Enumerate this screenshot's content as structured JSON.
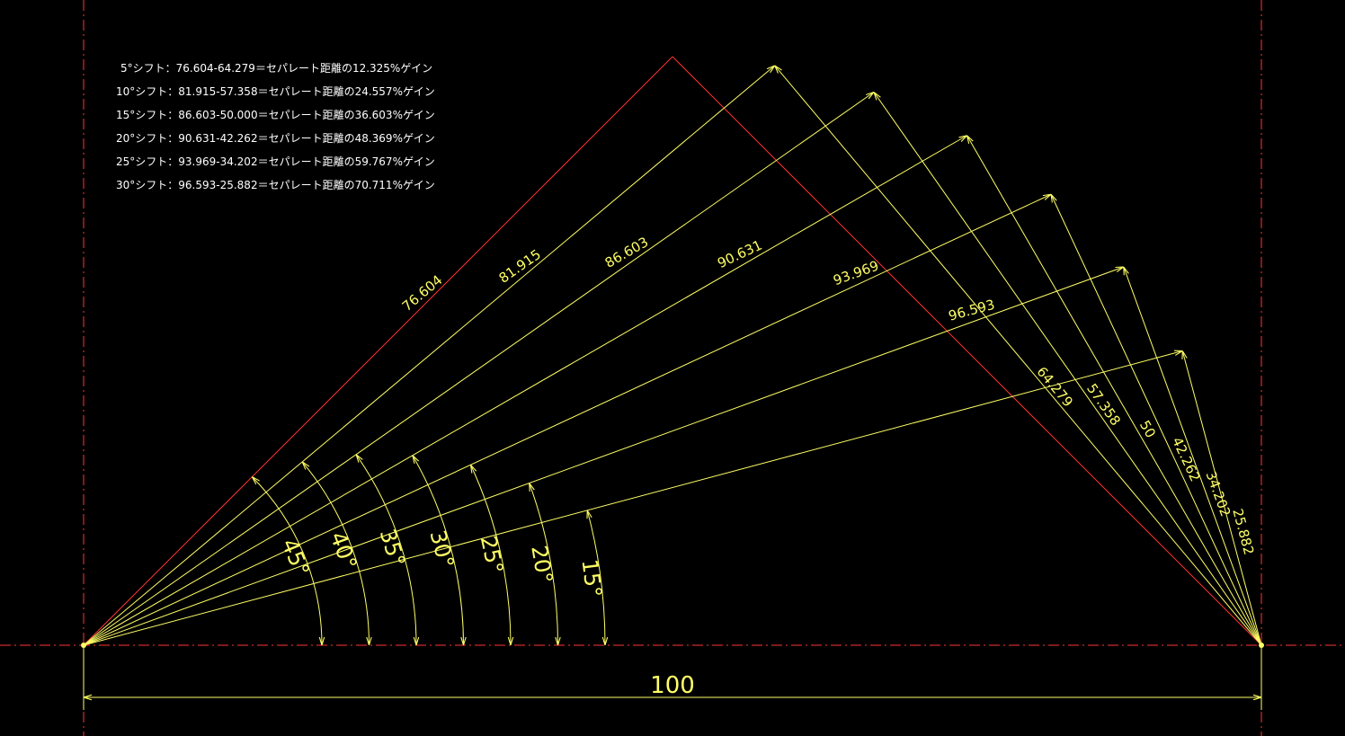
{
  "colors": {
    "background": "#000000",
    "line": "#ffff66",
    "axis": "#ff3333",
    "triangle": "#ff3333",
    "text": "#ffffff"
  },
  "notes": [
    "5°シフト：76.604-64.279＝セパレート距離の12.325%ゲイン",
    "10°シフト：81.915-57.358＝セパレート距離の24.557%ゲイン",
    "15°シフト：86.603-50.000＝セパレート距離の36.603%ゲイン",
    "20°シフト：90.631-42.262＝セパレート距離の48.369%ゲイン",
    "25°シフト：93.969-34.202＝セパレート距離の59.767%ゲイン",
    "30°シフト：96.593-25.882＝セパレート距離の70.711%ゲイン"
  ],
  "diagram": {
    "base_length": 100,
    "base_label": "100",
    "rays": [
      {
        "angle": 45,
        "angle_label": "45°",
        "left_label": "76.604",
        "right_label": ""
      },
      {
        "angle": 40,
        "angle_label": "40°",
        "left_label": "81.915",
        "right_label": "64.279"
      },
      {
        "angle": 35,
        "angle_label": "35°",
        "left_label": "86.603",
        "right_label": "57.358"
      },
      {
        "angle": 30,
        "angle_label": "30°",
        "left_label": "90.631",
        "right_label": "50"
      },
      {
        "angle": 25,
        "angle_label": "25°",
        "left_label": "93.969",
        "right_label": "42.262"
      },
      {
        "angle": 20,
        "angle_label": "20°",
        "left_label": "96.593",
        "right_label": "34.202"
      },
      {
        "angle": 15,
        "angle_label": "15°",
        "left_label": "",
        "right_label": "25.882"
      }
    ]
  }
}
